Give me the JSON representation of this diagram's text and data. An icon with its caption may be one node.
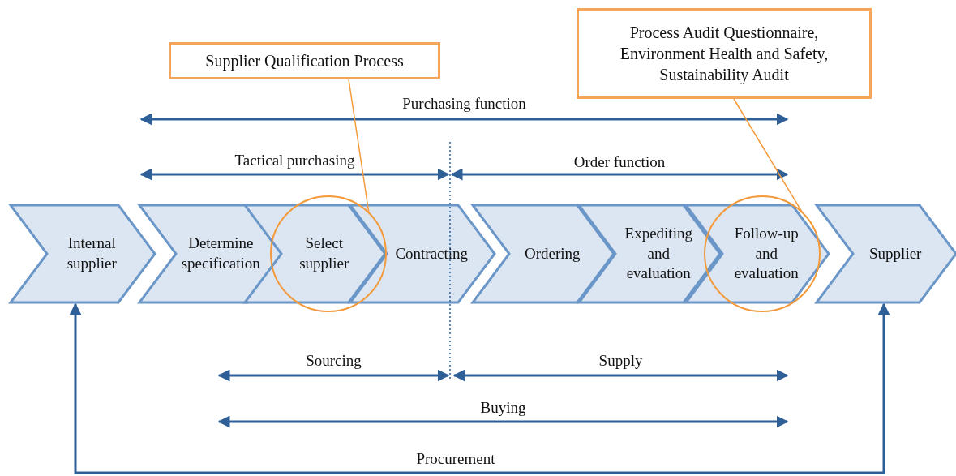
{
  "diagram": {
    "nodes": [
      {
        "text": [
          "Internal supplier"
        ]
      },
      {
        "text": [
          "Determine specification"
        ]
      },
      {
        "text": [
          "Select supplier"
        ]
      },
      {
        "text": [
          "Contracting"
        ]
      },
      {
        "text": [
          "Ordering"
        ]
      },
      {
        "text": [
          "Expediting and evaluation"
        ]
      },
      {
        "text": [
          "Follow-up and evaluation"
        ]
      },
      {
        "text": [
          "Supplier"
        ]
      },
      {
        "text": [
          "Supplier Qualification Process"
        ]
      },
      {
        "text": [
          "Process Audit Questionnaire, Environment Health and Safety, Sustainability Audit"
        ]
      }
    ],
    "edges": [
      {
        "from": 8,
        "to": 2,
        "arrow": "none"
      },
      {
        "from": 9,
        "to": 6,
        "arrow": "none"
      },
      {
        "from": 0,
        "to": 7,
        "arrow": "both",
        "label": "Procurement",
        "color": "#2e5f96"
      }
    ],
    "labels": [
      "Purchasing function",
      "Tactical purchasing",
      "Order function",
      "Sourcing",
      "Supply",
      "Buying"
    ]
  }
}
